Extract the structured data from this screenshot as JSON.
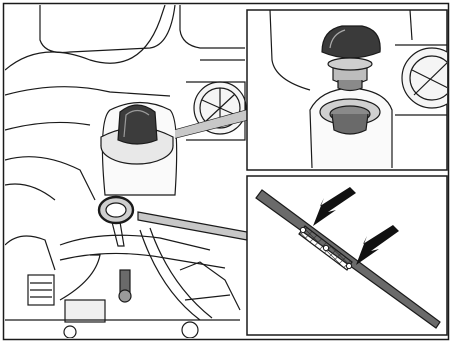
{
  "figure": {
    "description_visible_text": "",
    "panels": [
      "main",
      "inset-cap",
      "inset-dipstick"
    ],
    "colors": {
      "line": "#1a1a1a",
      "fill_light": "#f2f2f2",
      "fill_mid": "#bdbdbd",
      "fill_dark": "#5a5a5a",
      "hatch": "#3a3a3a"
    },
    "icons": [
      "oil-filler-cap-icon",
      "oil-dipstick-icon",
      "arrow-icon"
    ]
  }
}
